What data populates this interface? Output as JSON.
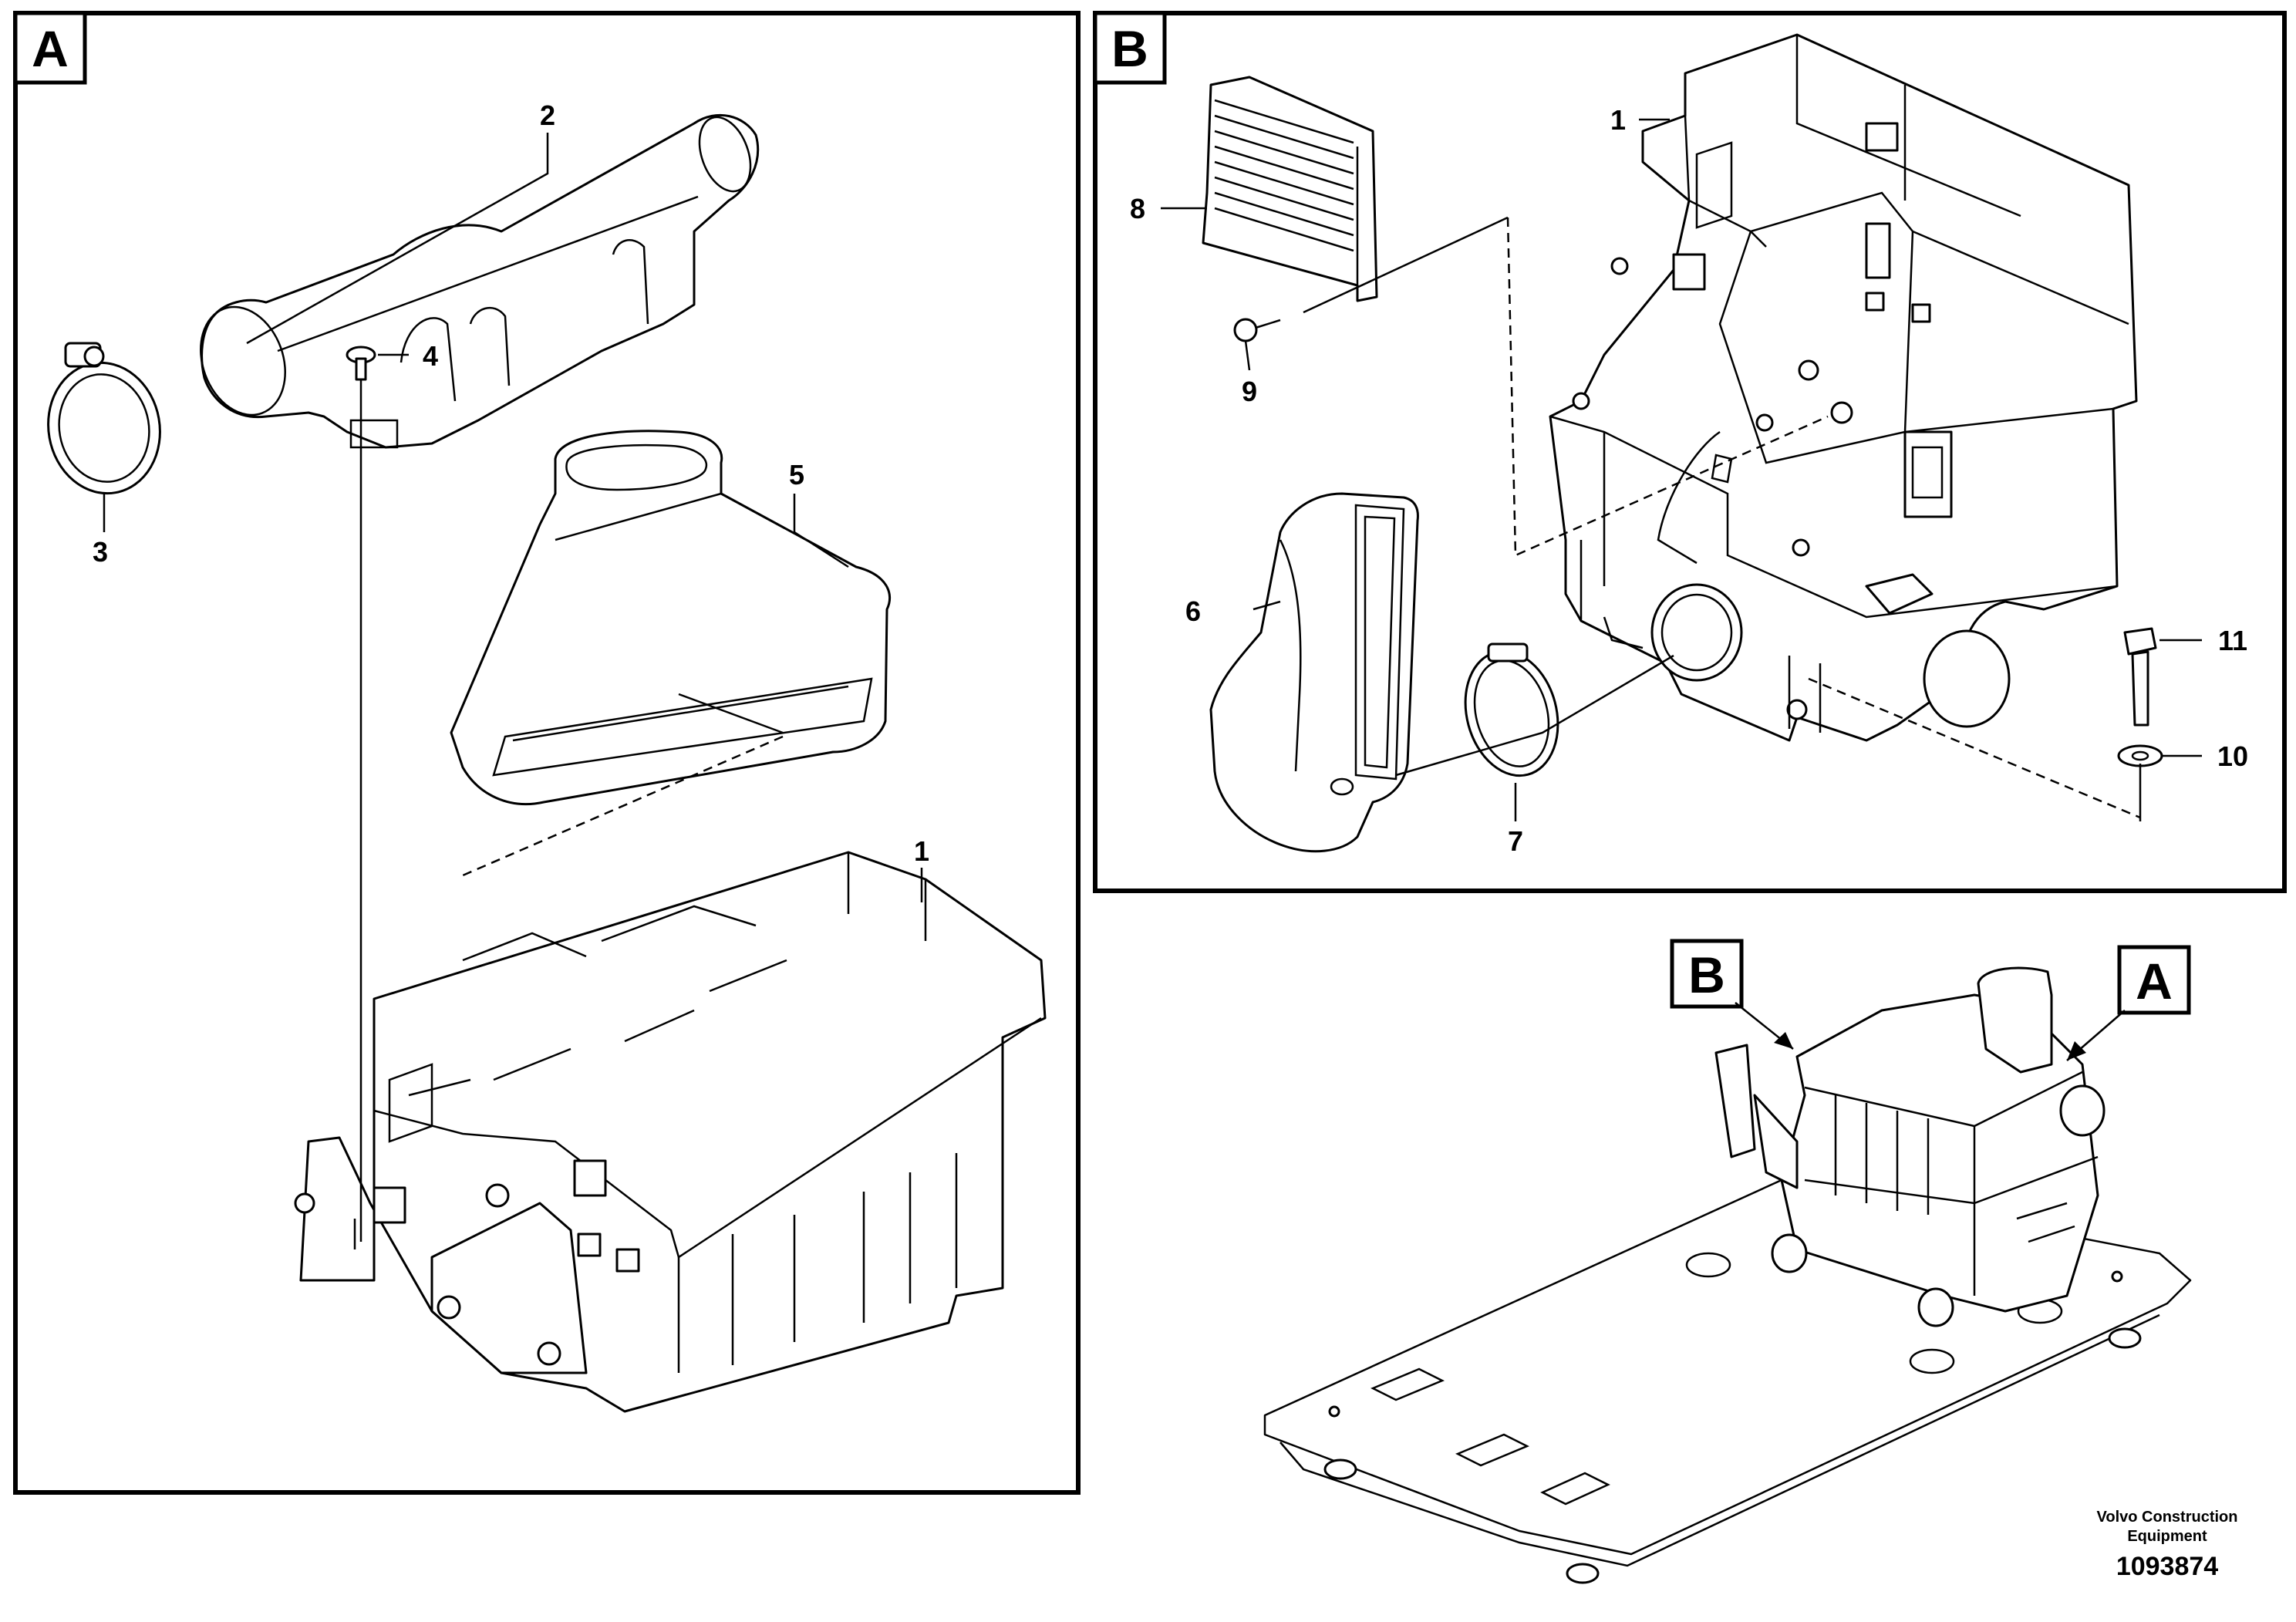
{
  "panels": {
    "a": {
      "label": "A"
    },
    "b": {
      "label": "B"
    }
  },
  "callouts": {
    "a": {
      "c1": "1",
      "c2": "2",
      "c3": "3",
      "c4": "4",
      "c5": "5"
    },
    "b": {
      "c1": "1",
      "c6": "6",
      "c7": "7",
      "c8": "8",
      "c9": "9",
      "c10": "10",
      "c11": "11"
    }
  },
  "overview": {
    "tag_b": "B",
    "tag_a": "A"
  },
  "footer": {
    "company_line1": "Volvo Construction",
    "company_line2": "Equipment",
    "drawing_number": "1093874"
  }
}
